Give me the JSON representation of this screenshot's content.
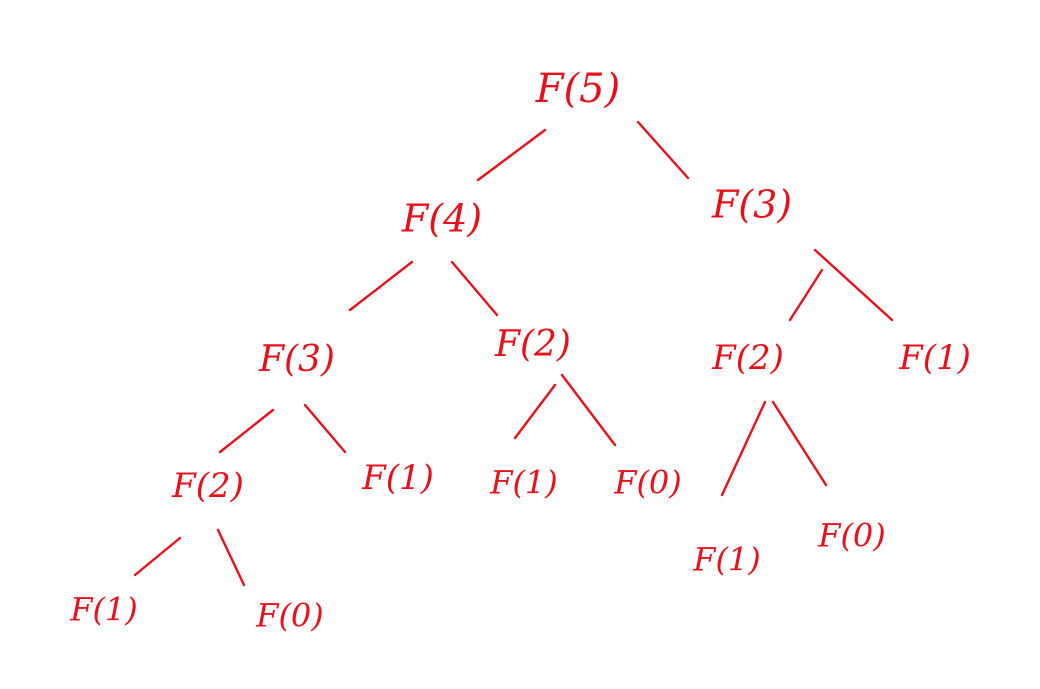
{
  "ink_color": "#e8111b",
  "tree": {
    "nodes": [
      {
        "id": "n0",
        "label": "F(5)"
      },
      {
        "id": "n1",
        "label": "F(4)"
      },
      {
        "id": "n2",
        "label": "F(3)"
      },
      {
        "id": "n3",
        "label": "F(3)"
      },
      {
        "id": "n4",
        "label": "F(2)"
      },
      {
        "id": "n5",
        "label": "F(2)"
      },
      {
        "id": "n6",
        "label": "F(1)"
      },
      {
        "id": "n7",
        "label": "F(2)"
      },
      {
        "id": "n8",
        "label": "F(1)"
      },
      {
        "id": "n9",
        "label": "F(1)"
      },
      {
        "id": "n10",
        "label": "F(0)"
      },
      {
        "id": "n11",
        "label": "F(1)"
      },
      {
        "id": "n12",
        "label": "F(0)"
      },
      {
        "id": "n13",
        "label": "F(1)"
      },
      {
        "id": "n14",
        "label": "F(0)"
      }
    ],
    "edges": [
      [
        "n0",
        "n1"
      ],
      [
        "n0",
        "n2"
      ],
      [
        "n1",
        "n3"
      ],
      [
        "n1",
        "n4"
      ],
      [
        "n2",
        "n5"
      ],
      [
        "n2",
        "n6"
      ],
      [
        "n3",
        "n7"
      ],
      [
        "n3",
        "n8"
      ],
      [
        "n4",
        "n9"
      ],
      [
        "n4",
        "n10"
      ],
      [
        "n5",
        "n11"
      ],
      [
        "n5",
        "n12"
      ],
      [
        "n7",
        "n13"
      ],
      [
        "n7",
        "n14"
      ]
    ]
  }
}
